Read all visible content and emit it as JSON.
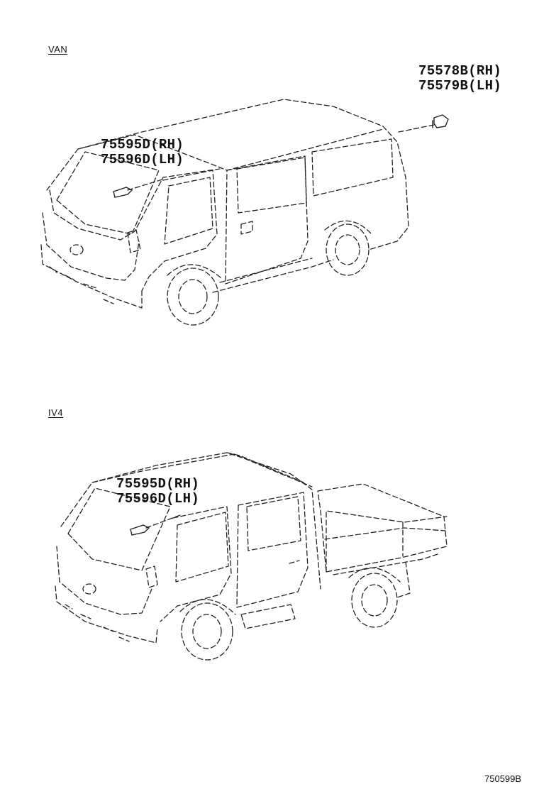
{
  "sections": {
    "van": {
      "label": "VAN",
      "roof_part": {
        "rh": "75595D(RH)",
        "lh": "75596D(LH)"
      },
      "rear_part": {
        "rh": "75578B(RH)",
        "lh": "75579B(LH)"
      }
    },
    "iv4": {
      "label": "IV4",
      "roof_part": {
        "rh": "75595D(RH)",
        "lh": "75596D(LH)"
      }
    }
  },
  "diagram_code": "750599B"
}
